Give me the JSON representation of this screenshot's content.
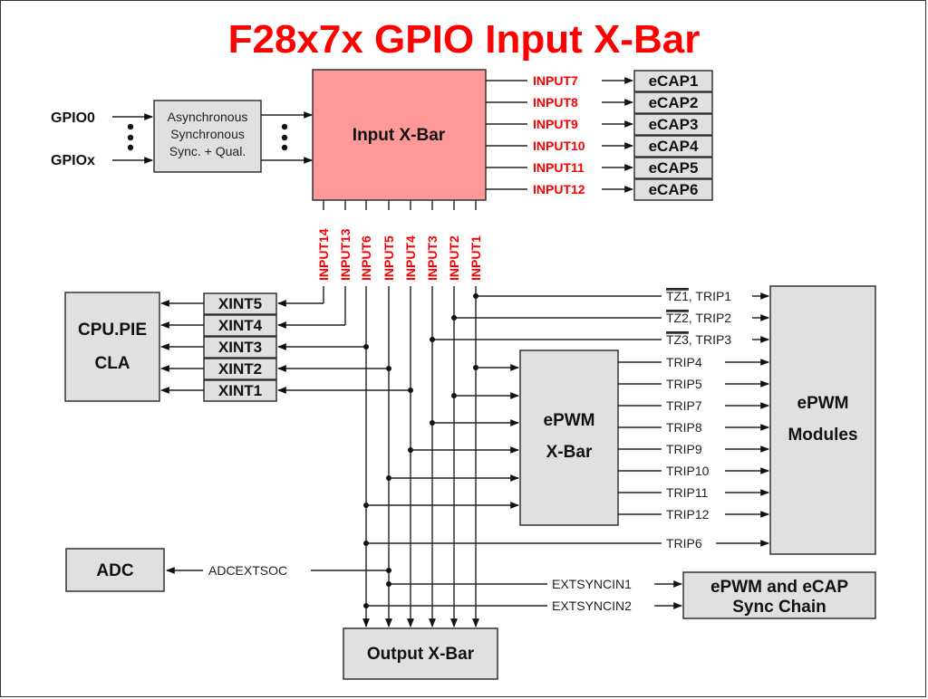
{
  "title": "F28x7x GPIO Input X-Bar",
  "gpio_inputs": [
    "GPIO0",
    "GPIOx"
  ],
  "sync_block": {
    "lines": [
      "Asynchronous",
      "Synchronous",
      "Sync. + Qual."
    ]
  },
  "input_xbar": {
    "label": "Input X-Bar"
  },
  "ecap": {
    "signals": [
      "INPUT7",
      "INPUT8",
      "INPUT9",
      "INPUT10",
      "INPUT11",
      "INPUT12"
    ],
    "blocks": [
      "eCAP1",
      "eCAP2",
      "eCAP3",
      "eCAP4",
      "eCAP5",
      "eCAP6"
    ]
  },
  "vertical_inputs": [
    "INPUT14",
    "INPUT13",
    "INPUT6",
    "INPUT5",
    "INPUT4",
    "INPUT3",
    "INPUT2",
    "INPUT1"
  ],
  "cpu_block": {
    "lines": [
      "CPU.PIE",
      "CLA"
    ]
  },
  "xint": [
    "XINT5",
    "XINT4",
    "XINT3",
    "XINT2",
    "XINT1"
  ],
  "tz_signals": [
    {
      "tz": "TZ1",
      "trip": ", TRIP1"
    },
    {
      "tz": "TZ2",
      "trip": ", TRIP2"
    },
    {
      "tz": "TZ3",
      "trip": ", TRIP3"
    }
  ],
  "epwm_xbar": {
    "lines": [
      "ePWM",
      "X-Bar"
    ]
  },
  "trip_signals": [
    "TRIP4",
    "TRIP5",
    "TRIP7",
    "TRIP8",
    "TRIP9",
    "TRIP10",
    "TRIP11",
    "TRIP12"
  ],
  "trip6": "TRIP6",
  "epwm_modules": {
    "lines": [
      "ePWM",
      "Modules"
    ]
  },
  "adc": {
    "label": "ADC",
    "signal": "ADCEXTSOC"
  },
  "sync_chain": {
    "signals": [
      "EXTSYNCIN1",
      "EXTSYNCIN2"
    ],
    "lines": [
      "ePWM and eCAP",
      "Sync Chain"
    ]
  },
  "output_xbar": {
    "label": "Output X-Bar"
  },
  "colors": {
    "title": "#ff0000",
    "input_xbar_fill": "#ff9999",
    "block_fill": "#e0e0e0",
    "signal_red": "#ff0000"
  }
}
